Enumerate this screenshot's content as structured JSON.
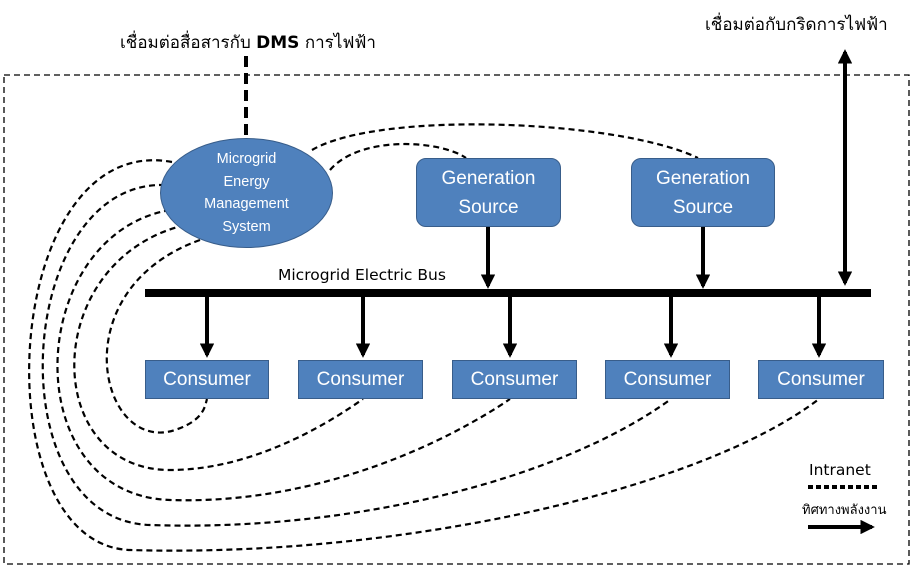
{
  "labels": {
    "dms_link": "เชื่อมต่อสื่อสารกับ",
    "dms_bold": "DMS",
    "dms_utility": "การไฟฟ้า",
    "grid_link": "เชื่อมต่อกับกริดการไฟฟ้า",
    "bus": "Microgrid Electric Bus"
  },
  "ems": {
    "label": "Microgrid\nEnergy\nManagement\nSystem"
  },
  "generation_sources": [
    {
      "label": "Generation\nSource"
    },
    {
      "label": "Generation\nSource"
    }
  ],
  "consumers": [
    {
      "label": "Consumer"
    },
    {
      "label": "Consumer"
    },
    {
      "label": "Consumer"
    },
    {
      "label": "Consumer"
    },
    {
      "label": "Consumer"
    }
  ],
  "legend": {
    "intranet": "Intranet",
    "energy_direction": "ทิศทางพลังงาน"
  },
  "colors": {
    "box_fill": "#4f81bd",
    "box_border": "#385d8a",
    "line": "#000000"
  }
}
